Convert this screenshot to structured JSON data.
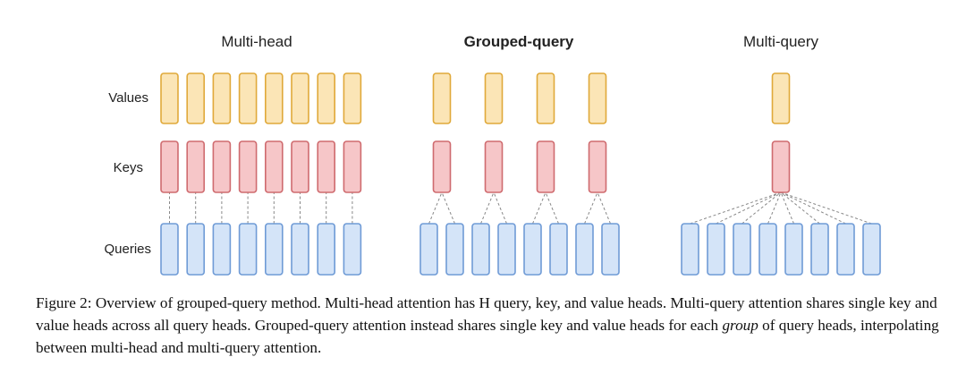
{
  "figure": {
    "panels": [
      {
        "title": "Multi-head",
        "bold": false,
        "values": 8,
        "keys": 8,
        "queries": 8
      },
      {
        "title": "Grouped-query",
        "bold": true,
        "values": 4,
        "keys": 4,
        "queries": 8
      },
      {
        "title": "Multi-query",
        "bold": false,
        "values": 1,
        "keys": 1,
        "queries": 8
      }
    ],
    "row_labels": {
      "values": "Values",
      "keys": "Keys",
      "queries": "Queries"
    },
    "colors": {
      "value_fill": "#fbe5b6",
      "value_stroke": "#e0a93a",
      "key_fill": "#f6c6c8",
      "key_stroke": "#cf6b6f",
      "query_fill": "#d4e4f8",
      "query_stroke": "#6f9bd6",
      "connector": "#888888"
    }
  },
  "caption": {
    "part1": "Figure 2: Overview of grouped-query method. Multi-head attention has H query, key, and value heads. Multi-query attention shares single key and value heads across all query heads. Grouped-query attention instead shares single key and value heads for each ",
    "emph": "group",
    "part2": " of query heads, interpolating between multi-head and multi-query attention."
  }
}
